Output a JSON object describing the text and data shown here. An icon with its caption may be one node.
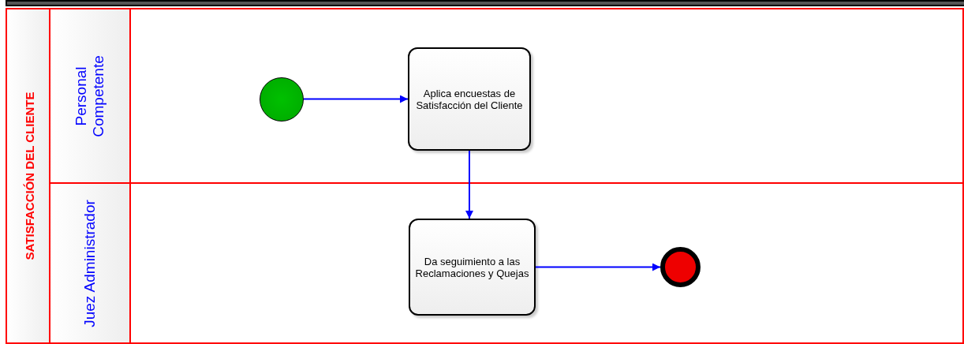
{
  "diagram": {
    "nodes": [
      {
        "text": [
          "SATISFACCIÓN DEL CLIENTE"
        ]
      },
      {
        "text": [
          "Personal Competente"
        ],
        "in": 0
      },
      {
        "text": [
          "Juez Administrador"
        ],
        "in": 0
      },
      {
        "text": [],
        "shape": "circle",
        "in": 1
      },
      {
        "text": [
          "Aplica encuestas de Satisfacción del Cliente"
        ],
        "in": 1
      },
      {
        "text": [
          "Da seguimiento a las Reclamaciones y Quejas"
        ],
        "in": 2
      },
      {
        "text": [],
        "shape": "circle",
        "in": 2
      }
    ],
    "edges": [
      {
        "from": 3,
        "to": 4,
        "arrow": "to"
      },
      {
        "from": 4,
        "to": 5,
        "arrow": "to"
      },
      {
        "from": 5,
        "to": 6,
        "arrow": "to"
      }
    ]
  }
}
